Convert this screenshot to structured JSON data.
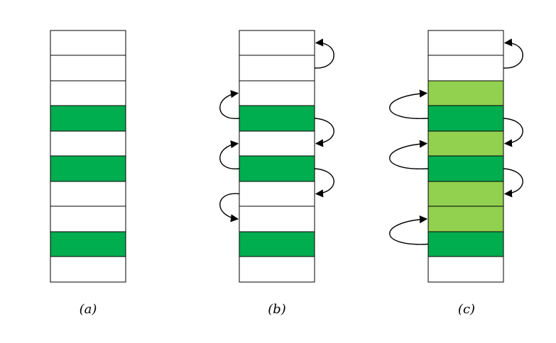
{
  "colors": {
    "empty": "#ffffff",
    "dark_green": "#00ad4f",
    "light_green": "#92d050",
    "stroke": "#000000"
  },
  "panels": [
    {
      "label": "(a)",
      "cells": [
        "empty",
        "empty",
        "empty",
        "dark_green",
        "empty",
        "dark_green",
        "empty",
        "empty",
        "dark_green",
        "empty"
      ],
      "arrows": []
    },
    {
      "label": "(b)",
      "cells": [
        "empty",
        "empty",
        "empty",
        "dark_green",
        "empty",
        "dark_green",
        "empty",
        "empty",
        "dark_green",
        "empty"
      ],
      "arrows": [
        {
          "side": "right",
          "from_row": 1,
          "to_row": 0
        },
        {
          "side": "left",
          "from_row": 3,
          "to_row": 2
        },
        {
          "side": "right",
          "from_row": 3,
          "to_row": 4
        },
        {
          "side": "left",
          "from_row": 5,
          "to_row": 4
        },
        {
          "side": "right",
          "from_row": 5,
          "to_row": 6
        },
        {
          "side": "left",
          "from_row": 6,
          "to_row": 7
        }
      ]
    },
    {
      "label": "(c)",
      "cells": [
        "empty",
        "empty",
        "light_green",
        "dark_green",
        "light_green",
        "dark_green",
        "light_green",
        "light_green",
        "dark_green",
        "empty"
      ],
      "arrows": [
        {
          "side": "right",
          "from_row": 1,
          "to_row": 0
        },
        {
          "side": "left",
          "from_row": 3,
          "to_row": 2
        },
        {
          "side": "right",
          "from_row": 3,
          "to_row": 4
        },
        {
          "side": "left",
          "from_row": 5,
          "to_row": 4
        },
        {
          "side": "right",
          "from_row": 5,
          "to_row": 6
        },
        {
          "side": "left",
          "from_row": 8,
          "to_row": 7
        }
      ]
    }
  ]
}
